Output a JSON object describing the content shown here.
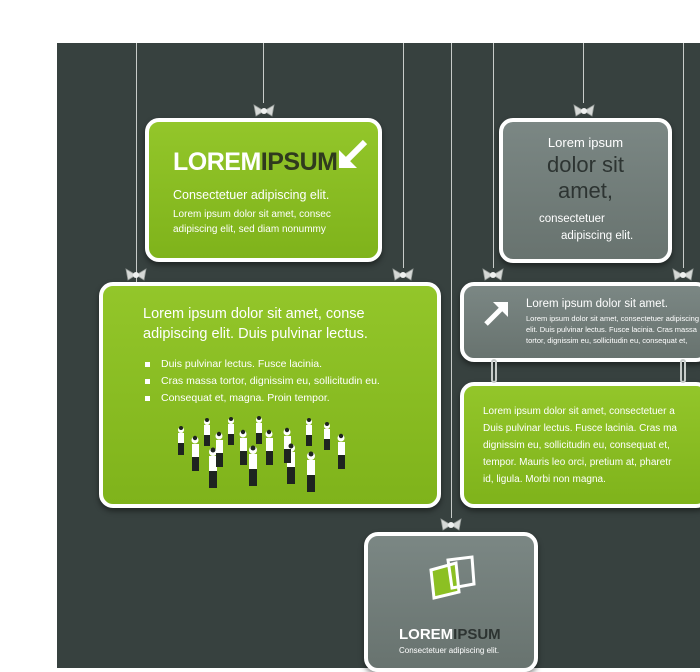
{
  "card1": {
    "logo_light": "LOREM",
    "logo_dark": "IPSUM",
    "subtitle": "Consectetuer adipiscing elit.",
    "body_line1": "Lorem ipsum dolor sit amet, consec",
    "body_line2": "adipiscing elit, sed diam nonummy"
  },
  "card2": {
    "line1": "Lorem ipsum",
    "line2": "dolor sit",
    "line3": "amet,",
    "line4": "consectetuer",
    "line5": "adipiscing elit."
  },
  "card3": {
    "heading_line1": "Lorem ipsum dolor sit amet, conse",
    "heading_line2": "adipiscing elit. Duis pulvinar lectus.",
    "bullets": [
      "Duis pulvinar lectus. Fusce lacinia.",
      "Cras massa tortor, dignissim eu, sollicitudin eu.",
      "Consequat et, magna. Proin tempor."
    ]
  },
  "card4": {
    "title": "Lorem ipsum dolor sit amet.",
    "line1": "Lorem ipsum dolor sit amet, consectetuer adipiscing",
    "line2": "elit. Duis pulvinar lectus. Fusce lacinia. Cras massa",
    "line3": "tortor, dignissim eu, sollicitudin eu, consequat et,"
  },
  "card5": {
    "line1": "Lorem ipsum dolor sit amet, consectetuer a",
    "line2": "Duis pulvinar lectus. Fusce lacinia. Cras ma",
    "line3": "dignissim eu, sollicitudin eu, consequat et,",
    "line4": "tempor. Mauris leo orci, pretium at, pharetr",
    "line5": "id, ligula. Morbi non magna."
  },
  "card6": {
    "logo_light": "LOREM",
    "logo_dark": "IPSUM",
    "subtitle": "Consectetuer adipiscing elit."
  },
  "colors": {
    "background": "#37413f",
    "green": "#8cc023",
    "gray": "#6f7a77",
    "logo_dark": "#2f3a1e",
    "logo_dark_on_gray": "#2d3432"
  },
  "icons": [
    "arrow-down-left-icon",
    "arrow-up-right-icon",
    "overlapping-squares-logo-icon",
    "ribbon-bow-icon"
  ]
}
